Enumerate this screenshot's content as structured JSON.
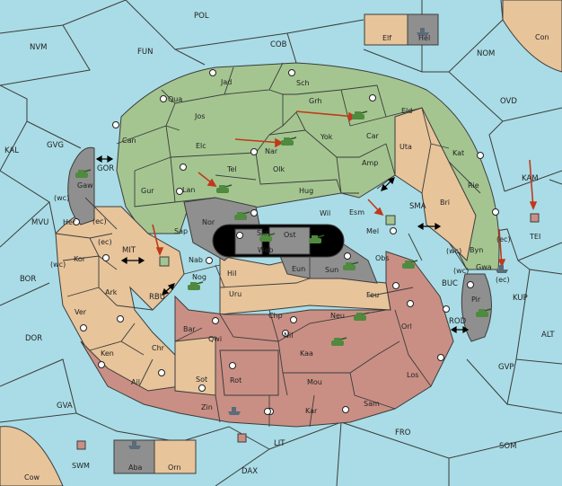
{
  "colors": {
    "sea": "#a9dce6",
    "green": "#a4c590",
    "tan": "#e7c49a",
    "rose": "#c98f84",
    "grey": "#8f8f8f",
    "black": "#000000",
    "border": "#3c3c3c",
    "unit_green": "#4f8a3f",
    "arrow": "#c0391b"
  },
  "sea": {
    "pol": "POL",
    "cob": "COB",
    "nvm": "NVM",
    "fun": "FUN",
    "nom": "NOM",
    "ovd": "OVD",
    "kal": "KAL",
    "gvg": "GVG",
    "gor": "GOR",
    "kam": "KAM",
    "sma": "SMA",
    "mvu": "MVU",
    "mit": "MIT",
    "bor": "BOR",
    "rbu": "RBU",
    "buc": "BUC",
    "kup": "KUP",
    "rod": "ROD",
    "alt": "ALT",
    "dor": "DOR",
    "gvp": "GVP",
    "gva": "GVA",
    "fro": "FRO",
    "som": "SOM",
    "lit": "LIT",
    "dax": "DAX",
    "wc": "(wc)",
    "ec": "(ec)"
  },
  "land": {
    "con": "Con",
    "elf": "Elf",
    "hel": "Hel",
    "tei": "TEI",
    "cow": "Cow",
    "swm": "SWM",
    "aba": "Aba",
    "orn": "Orn",
    "jad": "Jad",
    "sch": "Sch",
    "qua": "Qua",
    "jos": "Jos",
    "grh": "Grh",
    "eld": "Eld",
    "can": "Can",
    "car": "Car",
    "nar": "Nar",
    "yok": "Yok",
    "elc": "Elc",
    "uta": "Uta",
    "kat": "Kat",
    "amp": "Amp",
    "olk": "Olk",
    "tel": "Tel",
    "gaw": "Gaw",
    "gur": "Gur",
    "lan": "Lan",
    "hug": "Hug",
    "rie": "Rie",
    "bri": "Bri",
    "esm": "Esm",
    "wil": "Wil",
    "nor": "Nor",
    "her": "Her",
    "skr": "Skr",
    "ost": "Ost",
    "mel": "Mel",
    "sap": "Sap",
    "web": "Web",
    "byn": "Byn",
    "kor": "Kor",
    "nab": "Nab",
    "eun": "Eun",
    "sun": "Sun",
    "obs": "Obs",
    "gwa": "Gwa",
    "hil": "Hil",
    "nog": "Nog",
    "ark": "Ark",
    "pir": "Pir",
    "uru": "Uru",
    "feu": "Feu",
    "ver": "Ver",
    "bar": "Bar",
    "chp": "Chp",
    "neu": "Neu",
    "orl": "Orl",
    "qwi": "Qwi",
    "nil": "Nil",
    "chr": "Chr",
    "ken": "Ken",
    "kaa": "Kaa",
    "sot": "Sot",
    "rot": "Rot",
    "los": "Los",
    "ail": "Ail",
    "mou": "Mou",
    "sam": "Sam",
    "zin": "Zin",
    "kar": "Kar"
  }
}
